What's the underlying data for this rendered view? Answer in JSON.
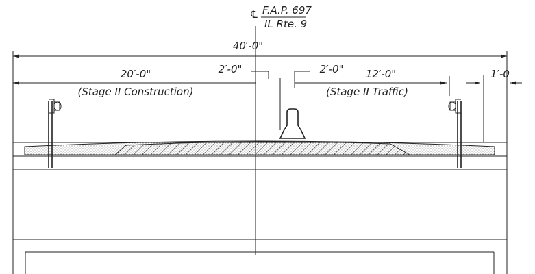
{
  "centerline": {
    "symbol": "℄",
    "route_top": "F.A.P. 697",
    "route_bottom": "IL Rte. 9"
  },
  "dimensions": {
    "overall": "40′-0\"",
    "left_width": "20′-0\"",
    "center_left": "2′-0\"",
    "center_right": "2′-0\"",
    "right_width": "12′-0\"",
    "right_edge": "1′-0"
  },
  "labels": {
    "left_stage": "(Stage II Construction)",
    "right_stage": "(Stage II Traffic)"
  }
}
